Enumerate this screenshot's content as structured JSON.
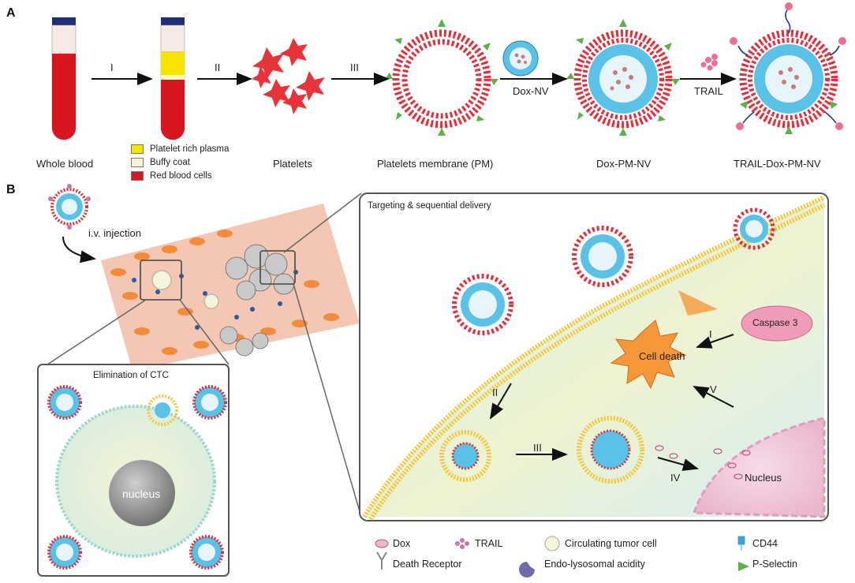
{
  "panel_a": {
    "letter": "A",
    "steps": [
      "I",
      "II",
      "III"
    ],
    "labels": {
      "whole_blood": "Whole blood",
      "platelets": "Platelets",
      "platelet_membrane": "Platelets membrane (PM)",
      "dox_pm_nv": "Dox-PM-NV",
      "trail_dox_pm_nv": "TRAIL-Dox-PM-NV"
    },
    "arrow_labels": {
      "dox_nv": "Dox-NV",
      "trail": "TRAIL"
    },
    "tube_legend": [
      {
        "label": "Platelet rich plasma",
        "color": "#f5e400"
      },
      {
        "label": "Buffy coat",
        "color": "#fbf3cf"
      },
      {
        "label": "Red blood cells",
        "color": "#d7161f"
      }
    ]
  },
  "panel_b": {
    "letter": "B",
    "injection_label": "i.v. injection",
    "ctc_box_title": "Elimination of CTC",
    "nucleus_label": "nucleus",
    "delivery_box_title": "Targeting & sequential delivery",
    "caspase_label": "Caspase 3",
    "cell_death_label": "Cell death",
    "nucleus_label_2": "Nucleus",
    "steps": [
      "I",
      "II",
      "III",
      "IV",
      "V"
    ]
  },
  "legend": [
    {
      "icon": "dox-icon",
      "label": "Dox"
    },
    {
      "icon": "trail-icon",
      "label": "TRAIL"
    },
    {
      "icon": "circulating-tumor-cell-icon",
      "label": "Circulating tumor cell"
    },
    {
      "icon": "cd44-icon",
      "label": "CD44"
    },
    {
      "icon": "death-receptor-icon",
      "label": "Death Receptor"
    },
    {
      "icon": "endo-lysosomal-acidity-icon",
      "label": "Endo-lysosomal acidity"
    },
    {
      "icon": "p-selectin-icon",
      "label": "P-Selectin"
    }
  ],
  "colors": {
    "membrane_red": "#e0303c",
    "selectin_green": "#5bb04a",
    "core_blue": "#59c2e6",
    "lipid_yellow": "#f5c531",
    "cell_cyan": "#bfe6f0",
    "caspase_pink": "#f09bb9",
    "cell_death_orange": "#f6983a",
    "vessel_pink": "#f4c6b4"
  }
}
